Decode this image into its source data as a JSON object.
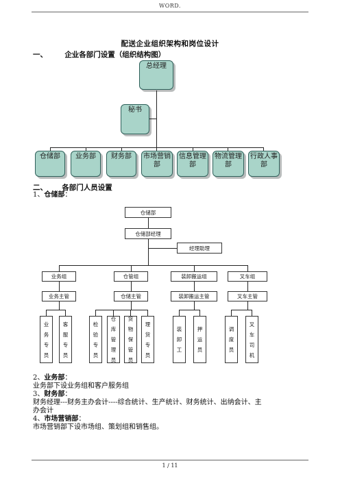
{
  "header": {
    "text": "WORD."
  },
  "title": "配送企业组织架构和岗位设计",
  "section1": {
    "number": "一、",
    "title": "企业各部门设置（组织结构图）"
  },
  "org_chart": {
    "top": "总经理",
    "secretary": "秘书",
    "departments": [
      "仓储部",
      "业务部",
      "财务部",
      "市场营销部",
      "信息管理部",
      "物流管理部",
      "行政人事部"
    ]
  },
  "section2": {
    "number": "二、",
    "title": "各部门人员设置"
  },
  "sub1": {
    "number": "1、",
    "title": "仓储部",
    "colon": "："
  },
  "warehouse_chart": {
    "root": "仓储部",
    "manager": "仓储部经理",
    "assistant": "经理助理",
    "groups": [
      {
        "name": "业务组",
        "lead": "业务主管",
        "staff": [
          "业务专员",
          "客服专员"
        ]
      },
      {
        "name": "仓管组",
        "lead": "仓储主管",
        "staff": [
          "检验专员",
          "仓库管理员",
          "货物保管员",
          "理货专员"
        ]
      },
      {
        "name": "装卸搬运组",
        "lead": "装卸搬运主管",
        "staff": [
          "装卸工",
          "押运员"
        ]
      },
      {
        "name": "叉车组",
        "lead": "叉车主管",
        "staff": [
          "调度员",
          "叉车司机"
        ]
      }
    ]
  },
  "sub2": {
    "number": "2、",
    "title": "业务部",
    "colon": "：",
    "text": "业务部下设业务组和客户服务组"
  },
  "sub3": {
    "number": "3、",
    "title": "财务部",
    "colon": "：",
    "text1": "财务经理---财务主办会计----综合统计、生产统计、财务统计、出纳会计、主",
    "text2": "办会计"
  },
  "sub4": {
    "number": "4、",
    "title": "市场营销部",
    "colon": "：",
    "text": "市场营销部下设市场组、策划组和销售组。"
  },
  "footer": {
    "page": "1 / 11"
  }
}
